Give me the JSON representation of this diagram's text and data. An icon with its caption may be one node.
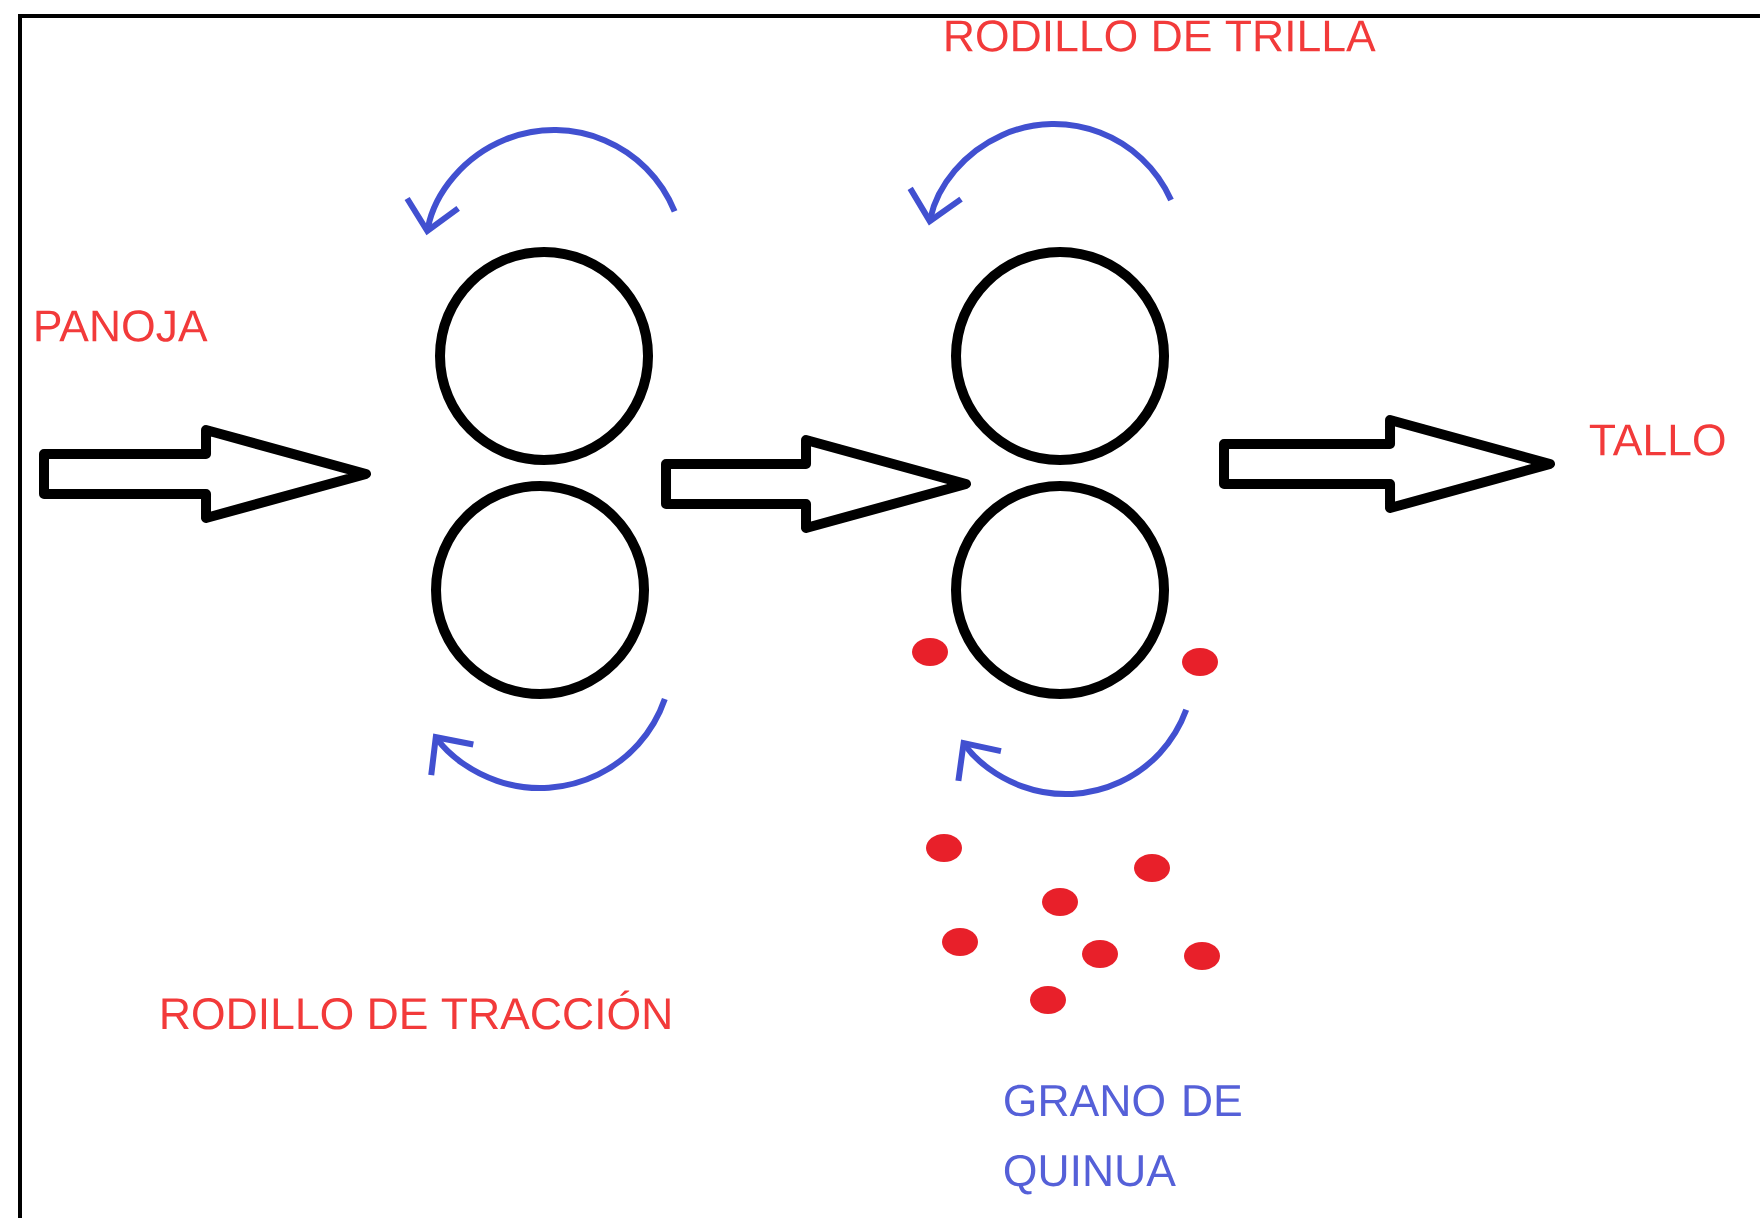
{
  "diagram": {
    "nodes": [
      {
        "text": [
          "PANOJA"
        ]
      },
      {
        "text": [],
        "shape": "circle"
      },
      {
        "text": [],
        "shape": "circle"
      },
      {
        "text": [],
        "shape": "circle"
      },
      {
        "text": [],
        "shape": "circle"
      },
      {
        "text": [
          "TALLO"
        ]
      }
    ],
    "edges": [
      {
        "from": 0,
        "to": 1,
        "arrow": "to"
      },
      {
        "from": 1,
        "to": 3,
        "arrow": "to"
      },
      {
        "from": 3,
        "to": 5,
        "arrow": "to"
      }
    ],
    "labels": [
      "RODILLO DE TRILLA",
      "RODILLO DE TRACCIÓN",
      "GRANO DE QUINUA"
    ]
  }
}
